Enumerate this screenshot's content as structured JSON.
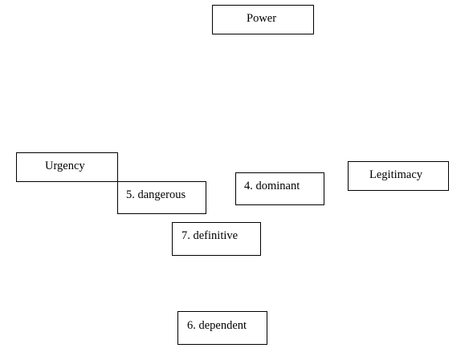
{
  "boxes": {
    "power": "Power",
    "urgency": "Urgency",
    "dangerous": "5. dangerous",
    "dominant": "4. dominant",
    "legitimacy": "Legitimacy",
    "definitive": "7. definitive",
    "dependent": "6. dependent"
  }
}
